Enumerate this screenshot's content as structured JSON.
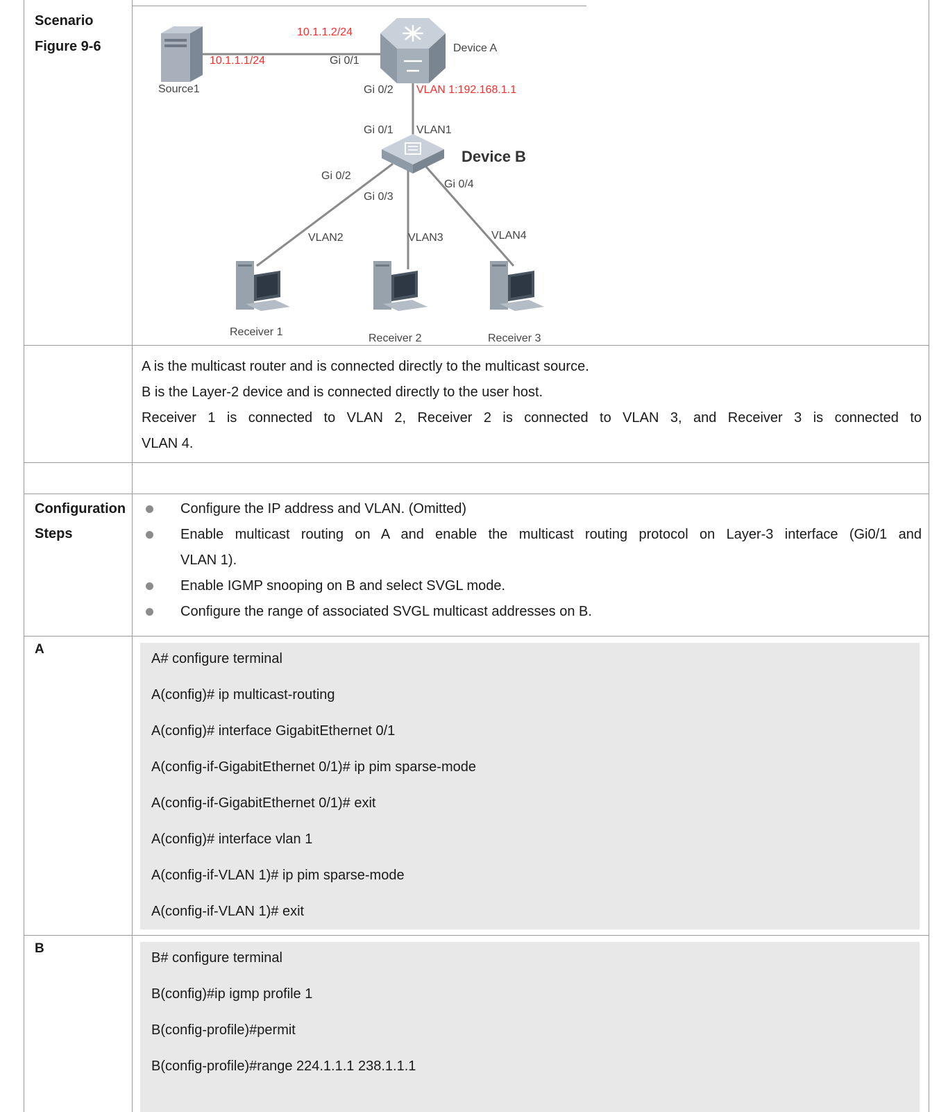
{
  "labels": {
    "scenario": "Scenario",
    "figure": "Figure 9-6",
    "config1": "Configuration",
    "config2": "Steps",
    "a": "A",
    "b": "B"
  },
  "figure": {
    "ip_a_gi01": "10.1.1.2/24",
    "ip_source": "10.1.1.1/24",
    "device_a": "Device A",
    "device_b": "Device B",
    "source": "Source1",
    "a_gi01": "Gi 0/1",
    "a_gi02": "Gi 0/2",
    "a_vlan": "VLAN 1:192.168.1.1",
    "b_gi01": "Gi 0/1",
    "b_vlan1": "VLAN1",
    "b_gi02": "Gi 0/2",
    "b_gi03": "Gi 0/3",
    "b_gi04": "Gi 0/4",
    "vlan2": "VLAN2",
    "vlan3": "VLAN3",
    "vlan4": "VLAN4",
    "receiver1": "Receiver 1",
    "receiver2": "Receiver 2",
    "receiver3": "Receiver 3",
    "colors": {
      "red": "#ff2a2a",
      "line": "#8a8a8a"
    }
  },
  "description": [
    "A is the multicast router and is connected directly to the multicast source.",
    "B is the Layer-2 device and is connected directly to the user host.",
    "Receiver 1 is connected to VLAN 2, Receiver 2 is connected to VLAN 3, and Receiver 3 is connected to",
    "VLAN 4."
  ],
  "steps": [
    "Configure the IP address and VLAN. (Omitted)",
    "Enable multicast routing on A and enable the multicast routing protocol on Layer-3 interface (Gi0/1 and",
    "VLAN 1).",
    "Enable IGMP snooping on B and select SVGL mode.",
    "Configure the range of associated SVGL multicast addresses on B."
  ],
  "code_a": [
    "A# configure terminal",
    "A(config)# ip multicast-routing",
    "A(config)# interface GigabitEthernet 0/1",
    "A(config-if-GigabitEthernet 0/1)# ip pim sparse-mode",
    "A(config-if-GigabitEthernet 0/1)# exit",
    "A(config)# interface vlan 1",
    "A(config-if-VLAN 1)# ip pim sparse-mode",
    "A(config-if-VLAN 1)# exit"
  ],
  "code_b": [
    "B# configure terminal",
    "B(config)#ip igmp profile 1",
    "B(config-profile)#permit",
    "B(config-profile)#range 224.1.1.1 238.1.1.1"
  ]
}
